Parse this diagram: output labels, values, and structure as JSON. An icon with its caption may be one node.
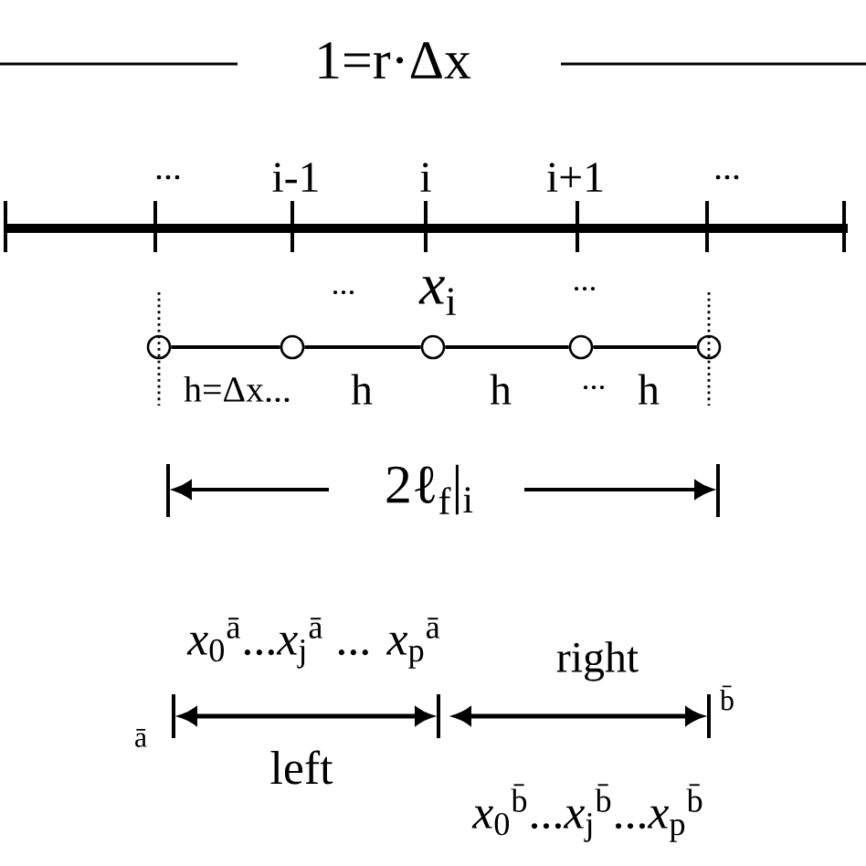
{
  "diagram": {
    "nodes": [
      {
        "text": [],
        "shape": "circle"
      },
      {
        "text": [],
        "shape": "circle"
      },
      {
        "text": [],
        "shape": "circle"
      },
      {
        "text": [],
        "shape": "circle"
      },
      {
        "text": [],
        "shape": "circle"
      }
    ],
    "edges": [
      {
        "from": 0,
        "to": 1,
        "arrow": "none"
      },
      {
        "from": 1,
        "to": 2,
        "arrow": "none"
      },
      {
        "from": 2,
        "to": 3,
        "arrow": "none"
      },
      {
        "from": 3,
        "to": 4,
        "arrow": "none"
      }
    ],
    "labels": [
      "1=r·Δx",
      "...",
      "i-1",
      "i",
      "i+1",
      "...",
      "...",
      "*x*$_{i}$",
      "...",
      "h=Δx...",
      "h",
      "h",
      "...",
      "h",
      "2ℓ$_{f}$|$_{i}$",
      "*x*$_{0}$$^{ā}$...*x*$_{j}$$^{ā}$ ... *x*$_{p}$$^{ā}$",
      "right",
      "b̄",
      "ā",
      "left",
      "*x*$_{0}$$^{b̄}$...*x*$_{j}$$^{b̄}$...*x*$_{p}$$^{b̄}$"
    ]
  }
}
